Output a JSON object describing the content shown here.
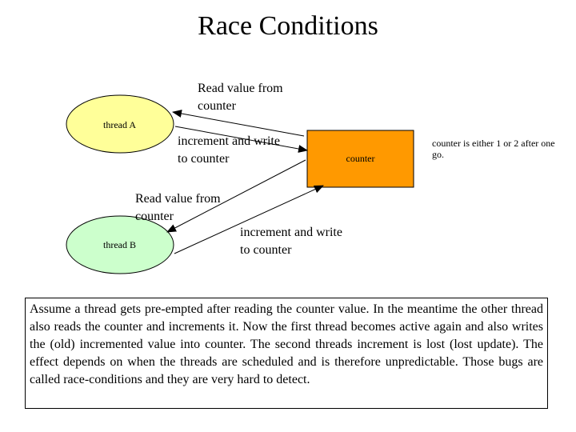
{
  "title": "Race Conditions",
  "thread_a": {
    "label": "thread A",
    "fill": "#ffff99"
  },
  "thread_b": {
    "label": "thread B",
    "fill": "#ccffcc"
  },
  "counter": {
    "label": "counter",
    "fill": "#ff9900"
  },
  "arrows": {
    "a_read": "Read value from counter",
    "a_write": "increment and write to counter",
    "b_read": "Read value from counter",
    "b_write": "increment and write to counter"
  },
  "note": "counter is either 1 or 2 after one go.",
  "explanation": "Assume a thread gets pre-empted after reading the counter value. In the meantime the other thread also reads the counter and increments it. Now the first thread becomes active again and also writes the (old) incremented value into counter. The second threads increment is lost (lost update). The effect depends on when the threads are scheduled and is therefore unpredictable. Those bugs are called race-conditions and they are very hard to detect."
}
